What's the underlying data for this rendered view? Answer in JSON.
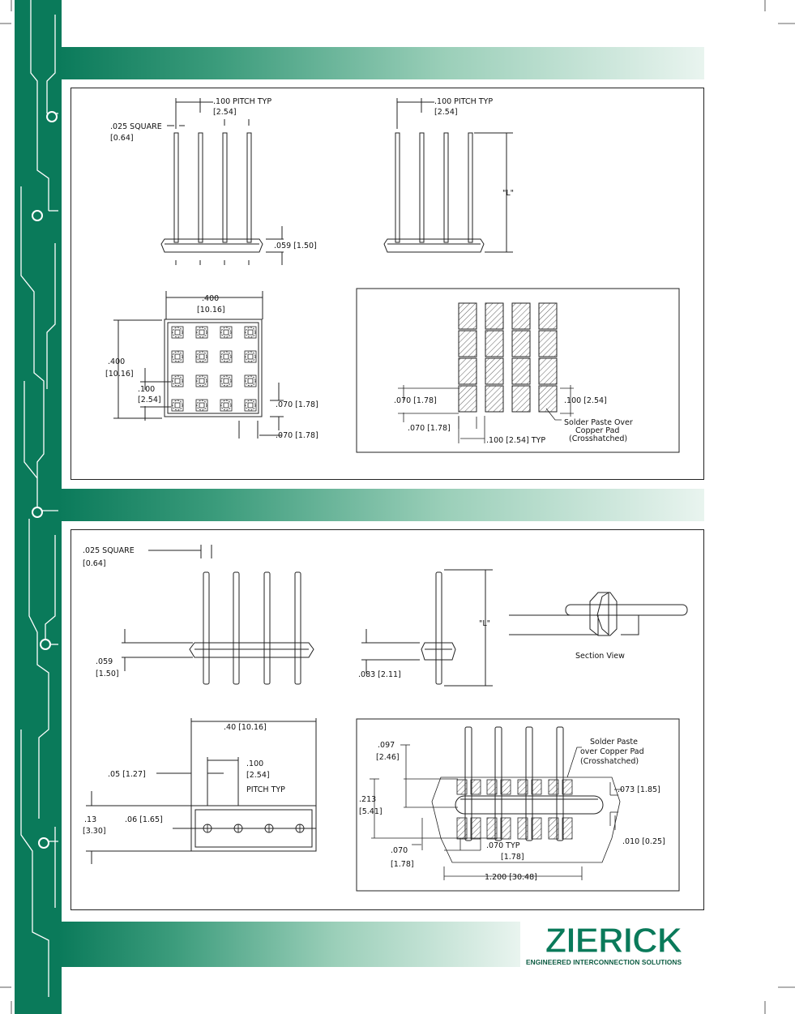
{
  "colors": {
    "brand_green": "#0a7a5a",
    "dark_green": "#0a5a40"
  },
  "drawing1": {
    "side_a": {
      "pitch": ".100 PITCH TYP",
      "pitch_mm": "[2.54]",
      "square": ".025  SQUARE",
      "square_mm": "[0.64]",
      "base_h": ".059 [1.50]"
    },
    "side_b": {
      "pitch": ".100 PITCH TYP",
      "pitch_mm": "[2.54]",
      "length": "\"L\""
    },
    "top": {
      "w": ".400",
      "w_mm": "[10.16]",
      "h": ".400",
      "h_mm": "[10.16]",
      "pitch": ".100",
      "pitch_mm": "[2.54]",
      "off_r": ".070 [1.78]",
      "off_b": ".070 [1.78]"
    },
    "pad": {
      "dim_l": ".070 [1.78]",
      "dim_b": ".070 [1.78]",
      "dim_r": ".100 [2.54]",
      "pitch": ".100 [2.54] TYP",
      "note1": "Solder Paste Over",
      "note2": "Copper Pad",
      "note3": "(Crosshatched)"
    }
  },
  "drawing2": {
    "side_a": {
      "square": ".025  SQUARE",
      "square_mm": "[0.64]",
      "base": ".059",
      "base_mm": "[1.50]"
    },
    "side_b": {
      "length": "\"L\"",
      "base": ".083 [2.11]"
    },
    "section_label": "Section View",
    "top": {
      "w": ".40 [10.16]",
      "pitch": ".100",
      "pitch_mm": "[2.54]",
      "pitch_typ": "PITCH  TYP",
      "half": ".05 [1.27]",
      "h": ".13",
      "h_mm": "[3.30]",
      "off": ".06 [1.65]"
    },
    "pad": {
      "a": ".097",
      "a_mm": "[2.46]",
      "b": ".213",
      "b_mm": "[5.41]",
      "c": ".070",
      "c_mm": "[1.78]",
      "d": ".070  TYP",
      "d_mm": "[1.78]",
      "e": "1.200 [30.48]",
      "f": ".073 [1.85]",
      "g": ".010 [0.25]",
      "note1": "Solder Paste",
      "note2": "over Copper Pad",
      "note3": "(Crosshatched)"
    }
  },
  "logo": {
    "name": "ZIERICK",
    "tagline": "ENGINEERED INTERCONNECTION SOLUTIONS"
  }
}
